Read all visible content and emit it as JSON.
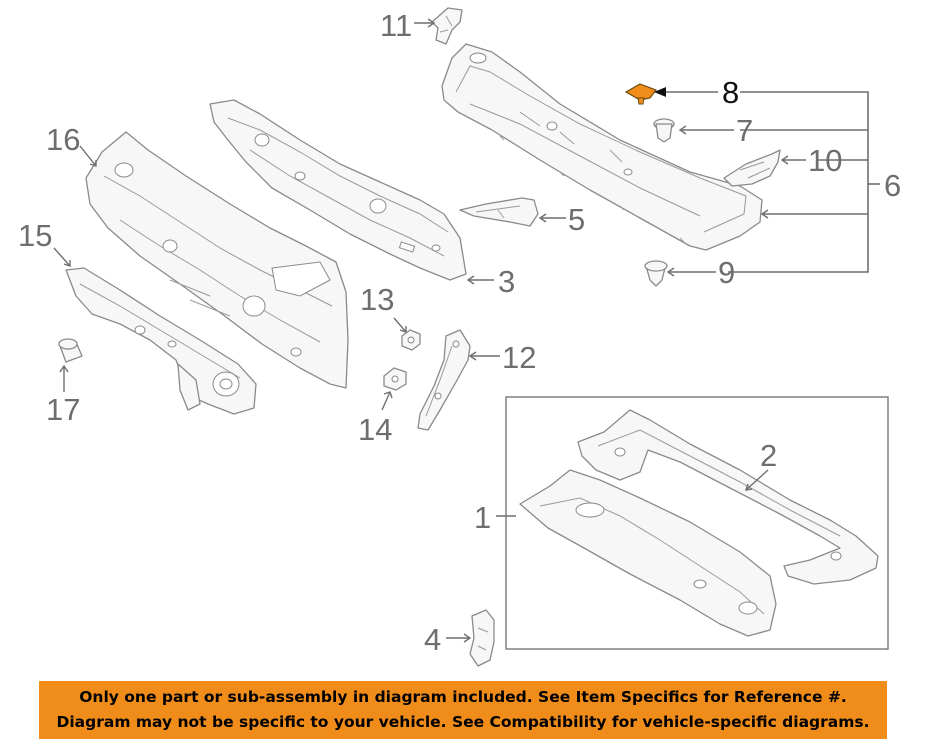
{
  "diagram": {
    "callouts": {
      "c1": "1",
      "c2": "2",
      "c3": "3",
      "c4": "4",
      "c5": "5",
      "c6": "6",
      "c7": "7",
      "c8": "8",
      "c9": "9",
      "c10": "10",
      "c11": "11",
      "c12": "12",
      "c13": "13",
      "c14": "14",
      "c15": "15",
      "c16": "16",
      "c17": "17"
    },
    "highlight_color": "#f08c1a"
  },
  "banner": {
    "line1": "Only one part or sub-assembly in diagram included. See Item Specifics for Reference #.",
    "line2": "Diagram may not be specific to your vehicle. See Compatibility for vehicle-specific diagrams.",
    "color": "#f08c1a"
  }
}
